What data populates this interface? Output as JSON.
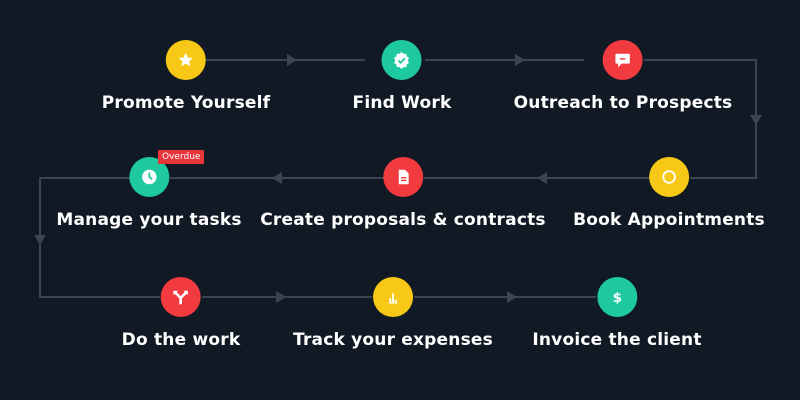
{
  "colors": {
    "background": "#111a24",
    "connector": "#3a4552",
    "yellow": "#f7c815",
    "teal": "#1ec9a0",
    "red": "#f23b3e",
    "overdue": "#e8343b"
  },
  "steps": [
    {
      "label": "Promote Yourself",
      "icon": "star-icon",
      "color": "yellow"
    },
    {
      "label": "Find Work",
      "icon": "verified-badge-icon",
      "color": "teal"
    },
    {
      "label": "Outreach to Prospects",
      "icon": "chat-bubble-icon",
      "color": "red"
    },
    {
      "label": "Book Appointments",
      "icon": "ring-icon",
      "color": "yellow"
    },
    {
      "label": "Create proposals & contracts",
      "icon": "document-icon",
      "color": "red"
    },
    {
      "label": "Manage your tasks",
      "icon": "clock-icon",
      "color": "teal"
    },
    {
      "label": "Do the work",
      "icon": "merge-arrow-icon",
      "color": "red"
    },
    {
      "label": "Track your expenses",
      "icon": "bar-chart-icon",
      "color": "yellow"
    },
    {
      "label": "Invoice the client",
      "icon": "dollar-icon",
      "color": "teal"
    }
  ],
  "badge": {
    "label": "Overdue"
  }
}
